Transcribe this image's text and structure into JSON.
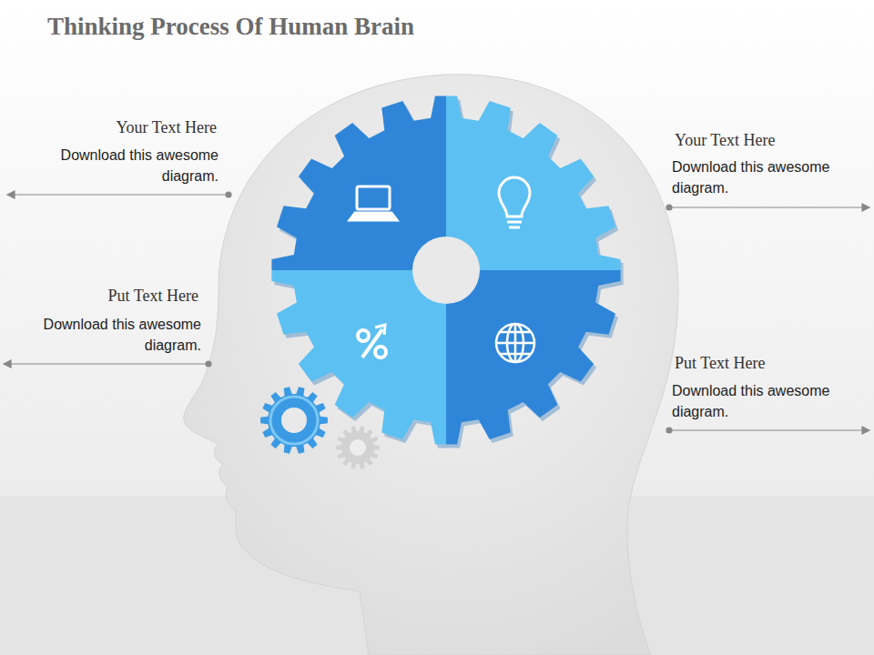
{
  "diagram": {
    "title": "Thinking Process Of Human Brain",
    "labels": [
      "Your Text Here",
      "Download this awesome diagram.",
      "Your Text Here",
      "Download this awesome diagram.",
      "Put Text Here",
      "Download this awesome diagram.",
      "Put Text Here",
      "Download this awesome diagram."
    ]
  }
}
